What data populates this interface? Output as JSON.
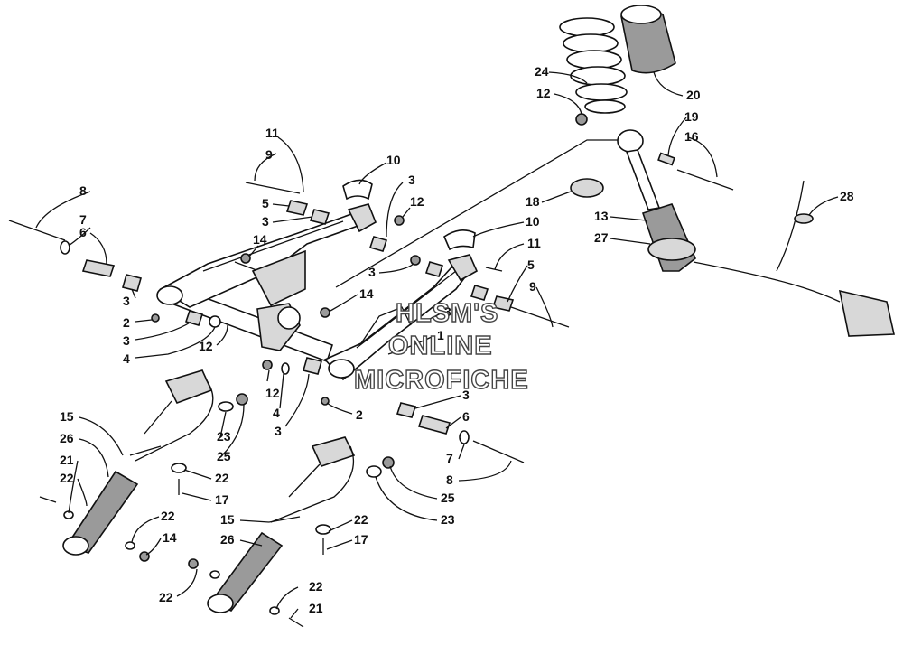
{
  "callouts": [
    {
      "id": "c8a",
      "text": "8"
    },
    {
      "id": "c7a",
      "text": "7"
    },
    {
      "id": "c6a",
      "text": "6"
    },
    {
      "id": "c3a",
      "text": "3"
    },
    {
      "id": "c2a",
      "text": "2"
    },
    {
      "id": "c3b",
      "text": "3"
    },
    {
      "id": "c4a",
      "text": "4"
    },
    {
      "id": "c12a",
      "text": "12"
    },
    {
      "id": "c11a",
      "text": "11"
    },
    {
      "id": "c9a",
      "text": "9"
    },
    {
      "id": "c5a",
      "text": "5"
    },
    {
      "id": "c3c",
      "text": "3"
    },
    {
      "id": "c14a",
      "text": "14"
    },
    {
      "id": "c10a",
      "text": "10"
    },
    {
      "id": "c3d",
      "text": "3"
    },
    {
      "id": "c12b",
      "text": "12"
    },
    {
      "id": "c10b",
      "text": "10"
    },
    {
      "id": "c11b",
      "text": "11"
    },
    {
      "id": "c3e",
      "text": "3"
    },
    {
      "id": "c5b",
      "text": "5"
    },
    {
      "id": "c9b",
      "text": "9"
    },
    {
      "id": "c14b",
      "text": "14"
    },
    {
      "id": "c3f",
      "text": "3"
    },
    {
      "id": "c1a",
      "text": "1"
    },
    {
      "id": "c12c",
      "text": "12"
    },
    {
      "id": "c4b",
      "text": "4"
    },
    {
      "id": "c3g",
      "text": "3"
    },
    {
      "id": "c2b",
      "text": "2"
    },
    {
      "id": "c3h",
      "text": "3"
    },
    {
      "id": "c6b",
      "text": "6"
    },
    {
      "id": "c7b",
      "text": "7"
    },
    {
      "id": "c8b",
      "text": "8"
    },
    {
      "id": "c15a",
      "text": "15"
    },
    {
      "id": "c26a",
      "text": "26"
    },
    {
      "id": "c21a",
      "text": "21"
    },
    {
      "id": "c22a",
      "text": "22"
    },
    {
      "id": "c23a",
      "text": "23"
    },
    {
      "id": "c25a",
      "text": "25"
    },
    {
      "id": "c22b",
      "text": "22"
    },
    {
      "id": "c17a",
      "text": "17"
    },
    {
      "id": "c22c",
      "text": "22"
    },
    {
      "id": "c14c",
      "text": "14"
    },
    {
      "id": "c22d",
      "text": "22"
    },
    {
      "id": "c15b",
      "text": "15"
    },
    {
      "id": "c26b",
      "text": "26"
    },
    {
      "id": "c25b",
      "text": "25"
    },
    {
      "id": "c23b",
      "text": "23"
    },
    {
      "id": "c22e",
      "text": "22"
    },
    {
      "id": "c17b",
      "text": "17"
    },
    {
      "id": "c22f",
      "text": "22"
    },
    {
      "id": "c21b",
      "text": "21"
    },
    {
      "id": "c24a",
      "text": "24"
    },
    {
      "id": "c12d",
      "text": "12"
    },
    {
      "id": "c20a",
      "text": "20"
    },
    {
      "id": "c19a",
      "text": "19"
    },
    {
      "id": "c16a",
      "text": "16"
    },
    {
      "id": "c18a",
      "text": "18"
    },
    {
      "id": "c13a",
      "text": "13"
    },
    {
      "id": "c27a",
      "text": "27"
    },
    {
      "id": "c28a",
      "text": "28"
    }
  ],
  "watermark": {
    "line1": "HLSM'S",
    "line2": "ONLINE",
    "line3": "MICROFICHE"
  }
}
